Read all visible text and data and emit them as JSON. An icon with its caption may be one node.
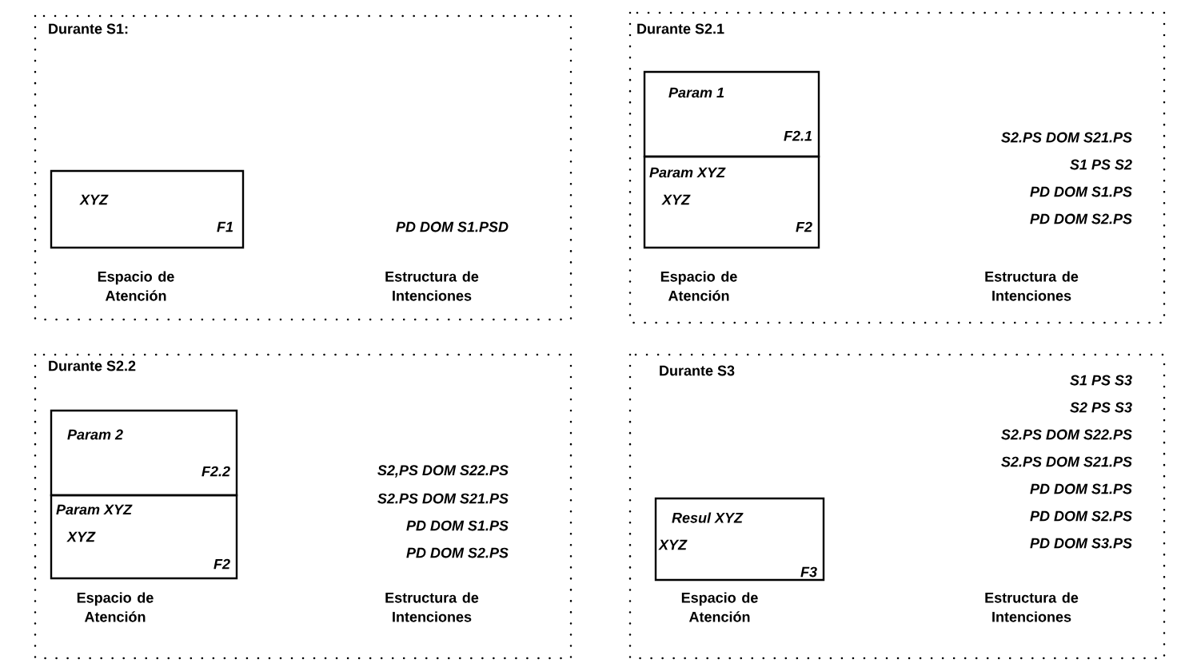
{
  "diagram": {
    "nodes": [
      {
        "text": [
          "Durante S1:"
        ]
      },
      {
        "text": [
          "XYZ",
          "F1"
        ],
        "in": 0,
        "beside": [
          "Espacio de Atención"
        ]
      },
      {
        "text": [
          "Durante S2.1"
        ]
      },
      {
        "text": [
          "Param 1",
          "F2.1"
        ],
        "in": 2
      },
      {
        "text": [
          "Param XYZ",
          "XYZ",
          "F2"
        ],
        "in": 2,
        "beside": [
          "Espacio de Atención"
        ]
      },
      {
        "text": [
          "Durante S2.2"
        ]
      },
      {
        "text": [
          "Param 2",
          "F2.2"
        ],
        "in": 5
      },
      {
        "text": [
          "Param XYZ",
          "XYZ",
          "F2"
        ],
        "in": 5,
        "beside": [
          "Espacio de Atención"
        ]
      },
      {
        "text": [
          "Durante S3"
        ]
      },
      {
        "text": [
          "Resul XYZ",
          "XYZ",
          "F3"
        ],
        "in": 8,
        "beside": [
          "Espacio de Atención"
        ]
      }
    ],
    "labels": [
      "PD DOM S1.PSD",
      "Estructura de Intenciones",
      "S2.PS DOM S21.PS",
      "S1 PS S2",
      "PD DOM S1.PS",
      "PD DOM S2.PS",
      "Estructura de Intenciones",
      "S2,PS DOM S22.PS",
      "S2.PS DOM S21.PS",
      "PD DOM S1.PS",
      "PD DOM S2.PS",
      "Estructura de Intenciones",
      "S1 PS S3",
      "S2 PS S3",
      "S2.PS DOM S22.PS",
      "S2.PS DOM S21.PS",
      "PD DOM S1.PS",
      "PD DOM S2.PS",
      "PD DOM S3.PS",
      "Estructura de Intenciones"
    ]
  }
}
